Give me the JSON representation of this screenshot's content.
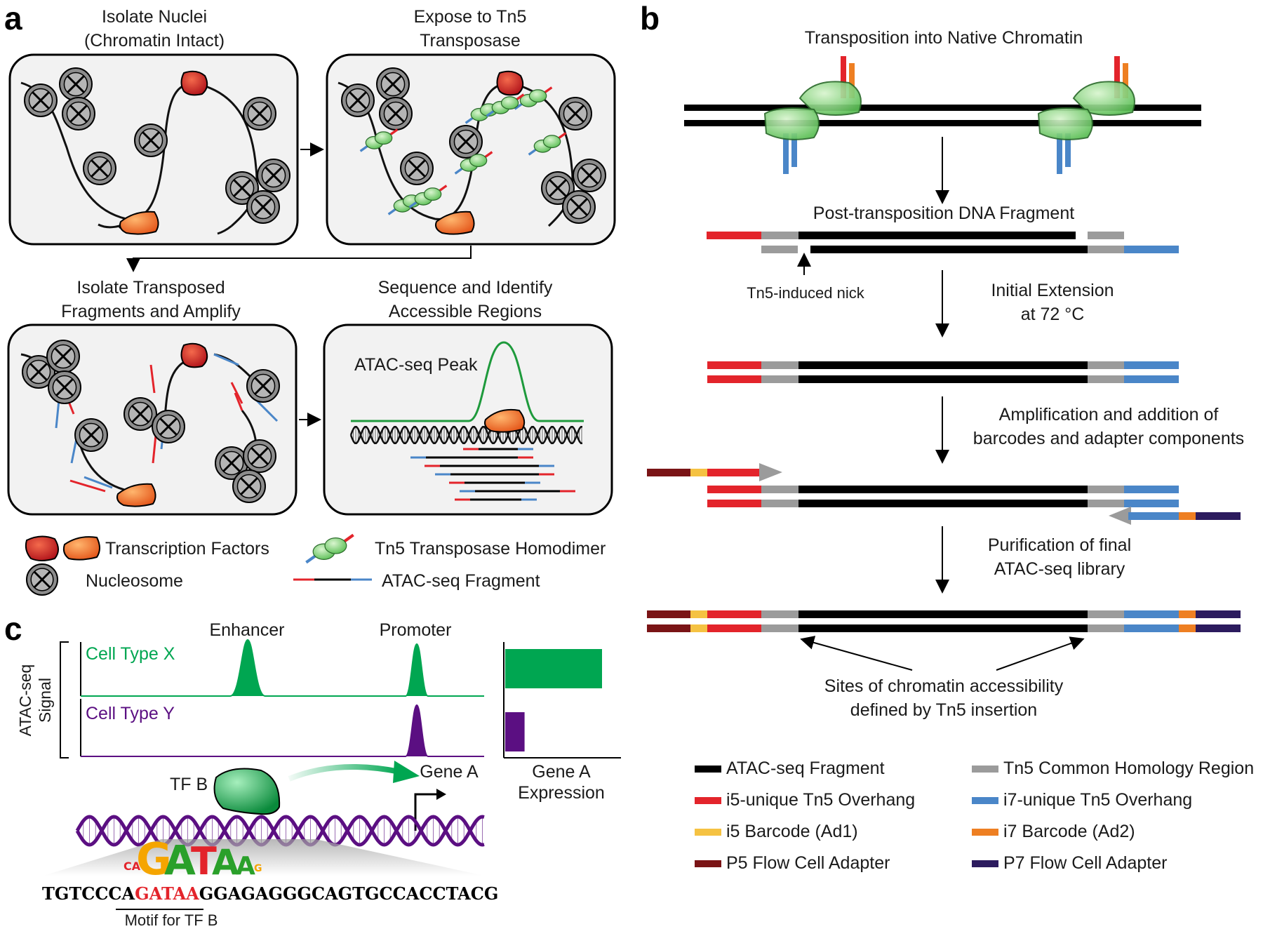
{
  "panels": {
    "a": "a",
    "b": "b",
    "c": "c"
  },
  "panel_a": {
    "box1_title": [
      "Isolate Nuclei",
      "(Chromatin Intact)"
    ],
    "box2_title": [
      "Expose to Tn5",
      "Transposase"
    ],
    "box3_title": [
      "Isolate Transposed",
      "Fragments and Amplify"
    ],
    "box4_title": [
      "Sequence and Identify",
      "Accessible Regions"
    ],
    "peak_label": "ATAC-seq Peak",
    "legend": {
      "tf": "Transcription Factors",
      "tn5": "Tn5 Transposase Homodimer",
      "nucleosome": "Nucleosome",
      "fragment": "ATAC-seq Fragment"
    }
  },
  "panel_b": {
    "title": "Transposition into Native Chromatin",
    "post_transposition": "Post-transposition DNA Fragment",
    "nick_label": "Tn5-induced nick",
    "step1": [
      "Initial Extension",
      "at 72 °C"
    ],
    "step2": [
      "Amplification and addition of",
      "barcodes and adapter components"
    ],
    "step3": [
      "Purification of final",
      "ATAC-seq library"
    ],
    "sites": [
      "Sites of chromatin accessibility",
      "defined by Tn5 insertion"
    ],
    "legend": [
      {
        "label": "ATAC-seq Fragment",
        "color": "#000000"
      },
      {
        "label": "Tn5 Common Homology Region",
        "color": "#9b9b9b"
      },
      {
        "label": "i5-unique Tn5 Overhang",
        "color": "#e3242b"
      },
      {
        "label": "i7-unique Tn5 Overhang",
        "color": "#4a86c8"
      },
      {
        "label": "i5 Barcode (Ad1)",
        "color": "#f5c242"
      },
      {
        "label": "i7 Barcode (Ad2)",
        "color": "#ee7f22"
      },
      {
        "label": "P5 Flow Cell Adapter",
        "color": "#7a1416"
      },
      {
        "label": "P7 Flow Cell Adapter",
        "color": "#2c1b5e"
      }
    ]
  },
  "panel_c": {
    "enhancer": "Enhancer",
    "promoter": "Promoter",
    "cell_x": "Cell Type X",
    "cell_y": "Cell Type Y",
    "y_axis": [
      "ATAC-seq",
      "Signal"
    ],
    "tf_b": "TF B",
    "gene_a": "Gene A",
    "expression": [
      "Gene A",
      "Expression"
    ],
    "motif_letters": "GATAA",
    "sequence_before": "TGTCCCA",
    "sequence_motif": "GATAA",
    "sequence_after": "GGAGAGGGCAGTGCCACCTACG",
    "motif_label": "Motif for TF B",
    "colors": {
      "x": "#00a651",
      "y": "#5b0f82"
    }
  },
  "chart_data": {
    "type": "bar",
    "categories": [
      "Cell Type X",
      "Cell Type Y"
    ],
    "values": [
      1.0,
      0.2
    ],
    "title": "",
    "xlabel": "Gene A Expression",
    "ylabel": ""
  }
}
